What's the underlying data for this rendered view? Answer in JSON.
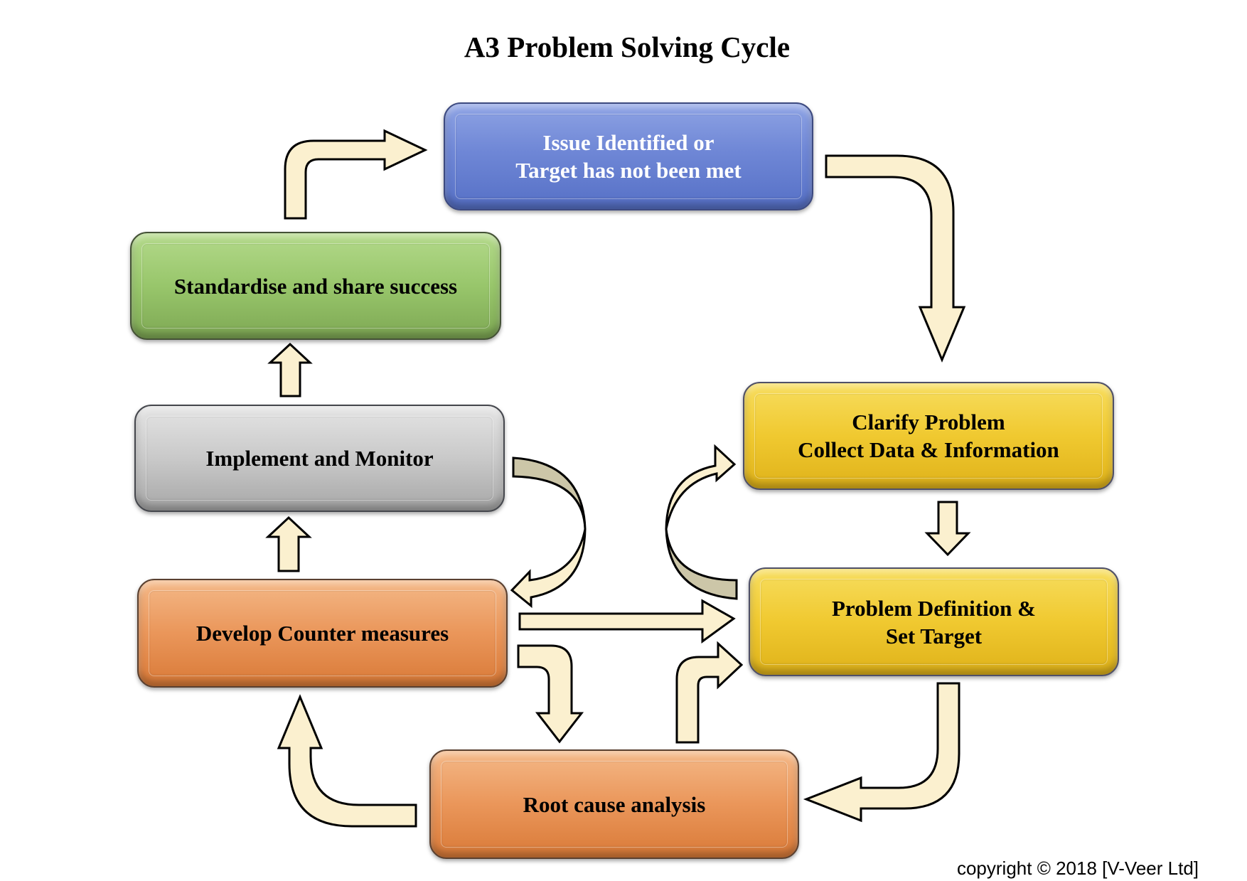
{
  "title": "A3 Problem Solving Cycle",
  "copyright": "copyright © 2018 [V-Veer Ltd]",
  "colors": {
    "arrow_fill": "#fbf0cf",
    "arrow_back_fill": "#ccc6a8",
    "arrow_stroke": "#000000",
    "blue": "#6f87d6",
    "green": "#98c66b",
    "gray": "#c9c9c9",
    "orange": "#ea965a",
    "yellow": "#f0c930"
  },
  "steps": {
    "issue": "Issue Identified or\nTarget has not been met",
    "clarify": "Clarify Problem\nCollect Data & Information",
    "define": "Problem Definition &\nSet Target",
    "root_cause": "Root cause analysis",
    "countermeasures": "Develop Counter measures",
    "implement": "Implement and Monitor",
    "standardise": "Standardise and share success"
  },
  "arrows": [
    {
      "from": "issue",
      "to": "clarify",
      "icon": "curved-arrow-down"
    },
    {
      "from": "clarify",
      "to": "define",
      "icon": "arrow-down"
    },
    {
      "from": "define",
      "to": "root_cause",
      "icon": "curved-arrow-left"
    },
    {
      "from": "root_cause",
      "to": "countermeasures",
      "icon": "curved-arrow-up"
    },
    {
      "from": "countermeasures",
      "to": "root_cause",
      "icon": "bent-arrow-down"
    },
    {
      "from": "root_cause",
      "to": "define",
      "icon": "bent-arrow-right"
    },
    {
      "from": "countermeasures",
      "to": "define",
      "icon": "arrow-right"
    },
    {
      "from": "define",
      "to": "clarify",
      "icon": "circular-arrow"
    },
    {
      "from": "implement",
      "to": "countermeasures",
      "icon": "circular-arrow"
    },
    {
      "from": "countermeasures",
      "to": "implement",
      "icon": "arrow-up"
    },
    {
      "from": "implement",
      "to": "standardise",
      "icon": "arrow-up"
    },
    {
      "from": "standardise",
      "to": "issue",
      "icon": "bent-arrow-right"
    }
  ]
}
